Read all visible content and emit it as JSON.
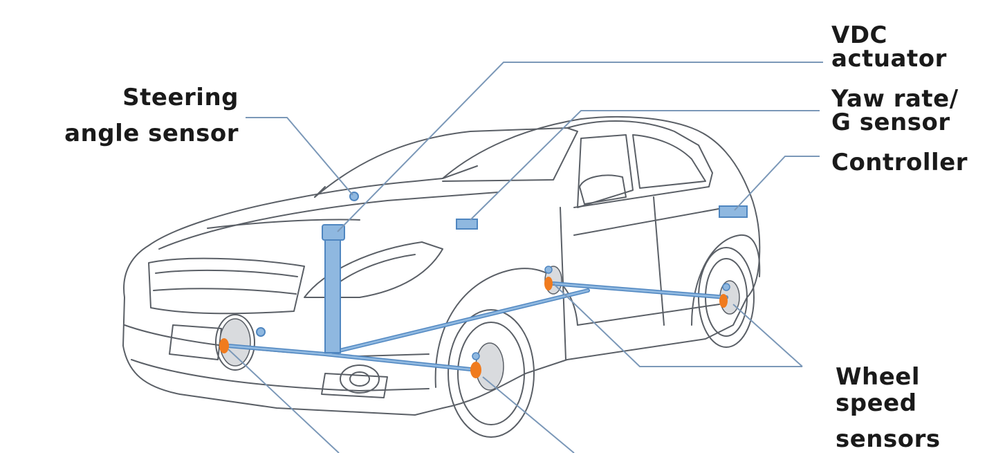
{
  "labels": {
    "steering": [
      "Steering",
      "angle sensor"
    ],
    "vdc": [
      "VDC",
      "actuator"
    ],
    "yaw": [
      "Yaw rate/",
      "G sensor"
    ],
    "controller": "Controller",
    "wheel": [
      "Wheel",
      "speed",
      "sensors"
    ]
  },
  "colors": {
    "car_outline": "#5a5f66",
    "component_fill": "#8fb8e0",
    "component_stroke": "#4f86c0",
    "leader": "#7b98b8",
    "sensor_orange": "#f07b1e",
    "wheel_grey": "#d9dbde"
  }
}
